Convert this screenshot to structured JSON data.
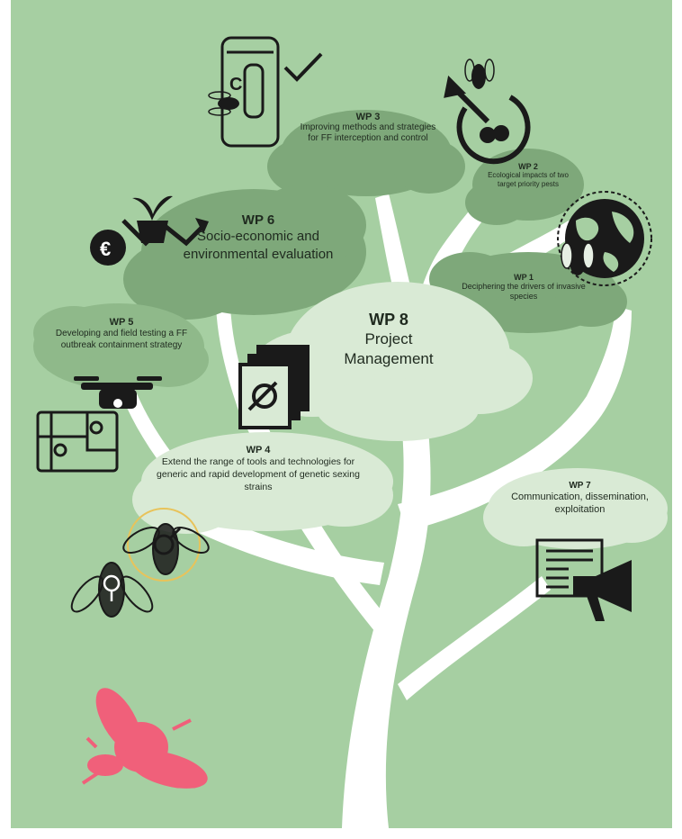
{
  "title": "",
  "colors": {
    "background": "#a6cfa2",
    "trunk": "#ffffff",
    "cloud_dark": "#7ea87a",
    "cloud_mid": "#8fb98a",
    "cloud_light": "#d9ead5",
    "accent_fly": "#f0607a",
    "accent_ring": "#e8c35a"
  },
  "work_packages": [
    {
      "id": "wp1",
      "title": "WP 1",
      "desc": "Deciphering the drivers of invasive species"
    },
    {
      "id": "wp2",
      "title": "WP 2",
      "desc": "Ecological impacts of two target priority pests"
    },
    {
      "id": "wp3",
      "title": "WP 3",
      "desc": "Improving methods and strategies for FF interception and control"
    },
    {
      "id": "wp4",
      "title": "WP 4",
      "desc": "Extend the range of tools and technologies for generic and rapid development of genetic sexing strains"
    },
    {
      "id": "wp5",
      "title": "WP 5",
      "desc": "Developing and field testing a FF outbreak containment strategy"
    },
    {
      "id": "wp6",
      "title": "WP 6",
      "desc": "Socio-economic and environmental evaluation"
    },
    {
      "id": "wp7",
      "title": "WP 7",
      "desc": "Communication, dissemination, exploitation"
    },
    {
      "id": "wp8",
      "title": "WP 8",
      "desc": "Project Management"
    }
  ],
  "icons": [
    "test-kit-icon",
    "checkmark-icon",
    "fruit-fly-icon",
    "target-arrow-icon",
    "globe-icon",
    "money-growth-icon",
    "drone-icon",
    "map-icon",
    "gear-wrench-documents-icon",
    "male-symbol-icon",
    "female-symbol-icon",
    "newspaper-icon",
    "megaphone-icon"
  ]
}
